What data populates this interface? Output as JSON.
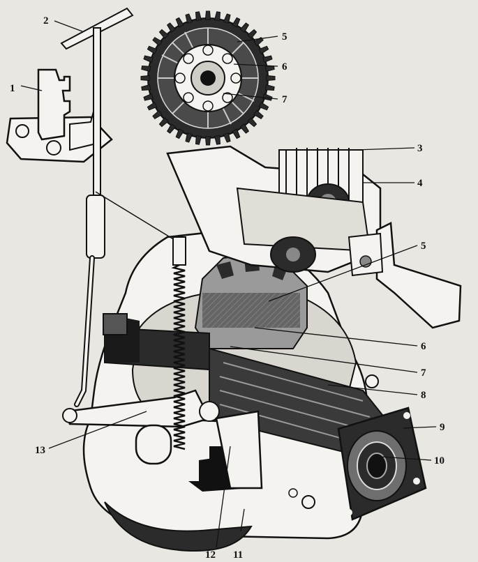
{
  "labels": {
    "l1": "1",
    "l2": "2",
    "l3": "3",
    "l4": "4",
    "l5a": "5",
    "l5b": "5",
    "l6a": "6",
    "l6b": "6",
    "l7a": "7",
    "l7b": "7",
    "l8": "8",
    "l9": "9",
    "l10": "10",
    "l11": "11",
    "l12": "12",
    "l13": "13"
  },
  "colors": {
    "background": "#e9e7e1",
    "ink": "#111111",
    "dark_fill": "#2b2b2b",
    "mid_fill": "#8a8a8a",
    "light_fill": "#f4f3ef"
  }
}
